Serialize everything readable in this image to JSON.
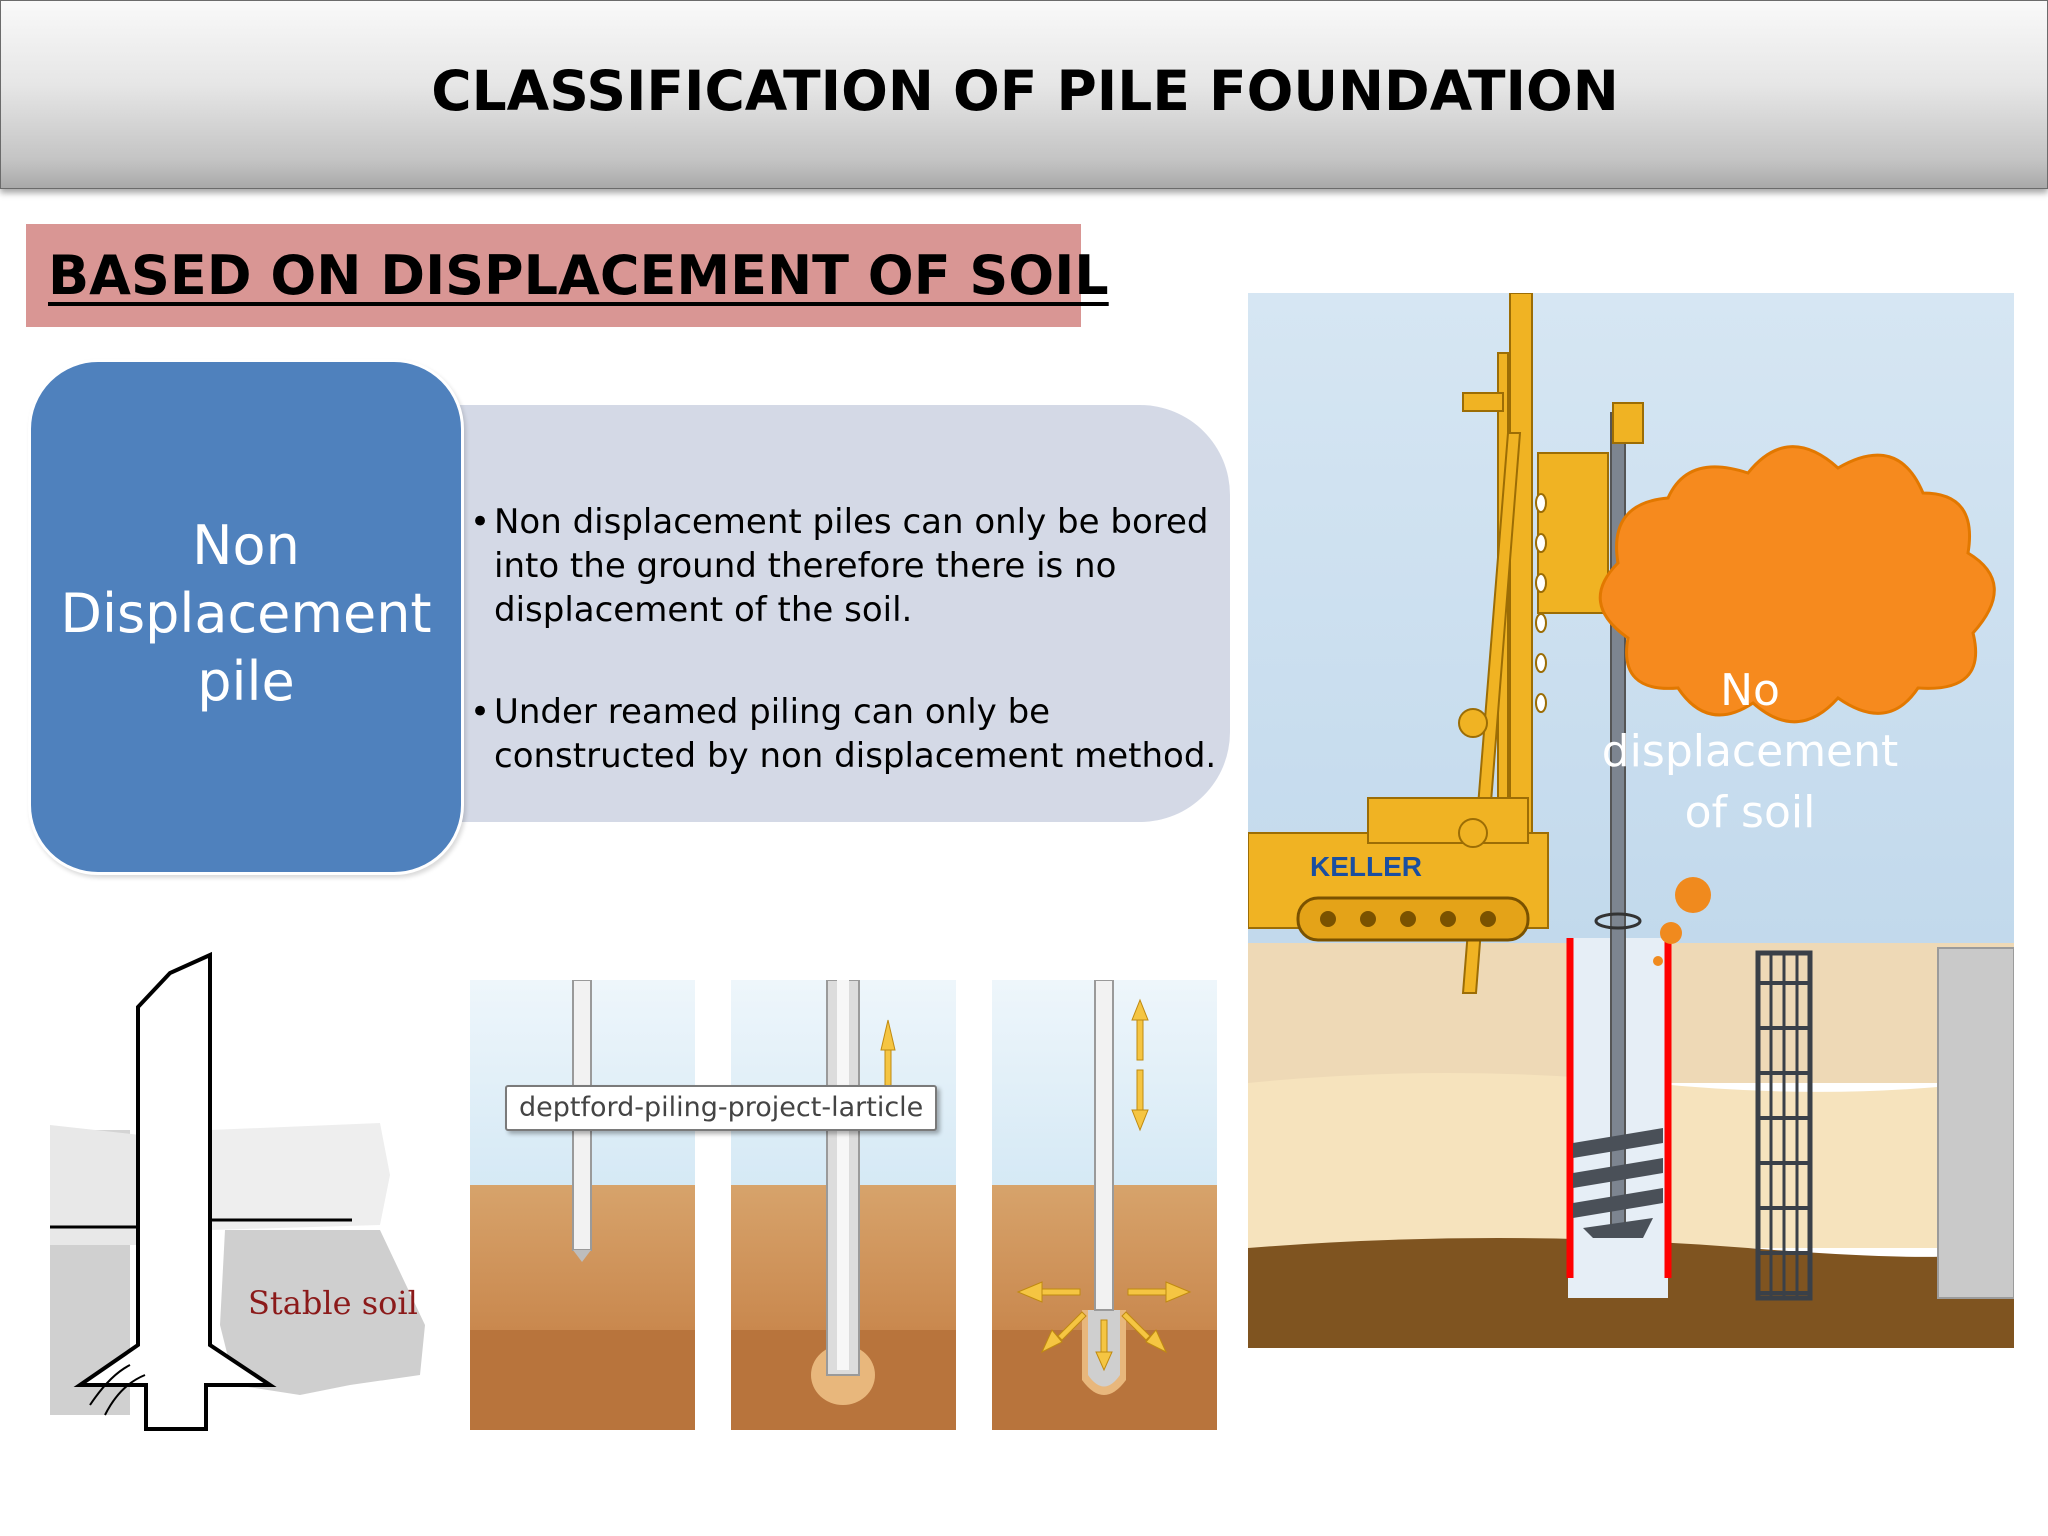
{
  "slide": {
    "title": "CLASSIFICATION OF PILE FOUNDATION",
    "subtitle": "BASED ON DISPLACEMENT OF SOIL"
  },
  "category_box": {
    "lines": [
      "Non",
      "Displacement",
      "pile"
    ],
    "color": "#4f81bd"
  },
  "description": {
    "bullets": [
      "Non displacement piles can only be bored into the ground therefore there is no displacement of the soil.",
      "Under reamed piling can only be constructed by non displacement method."
    ],
    "panel_color": "#d4d9e6"
  },
  "figures": {
    "pile_sketch_label": "Stable soil",
    "sequence_caption": "deptford-piling-project-larticle",
    "rig_brand": "KELLER",
    "cloud_lines": [
      "No",
      "displacement",
      "of soil"
    ]
  },
  "colors": {
    "subtitle_bg": "#d99694",
    "cloud": "#f68a1e",
    "rig": "#f0b323",
    "bore_marker": "#ff0000"
  }
}
